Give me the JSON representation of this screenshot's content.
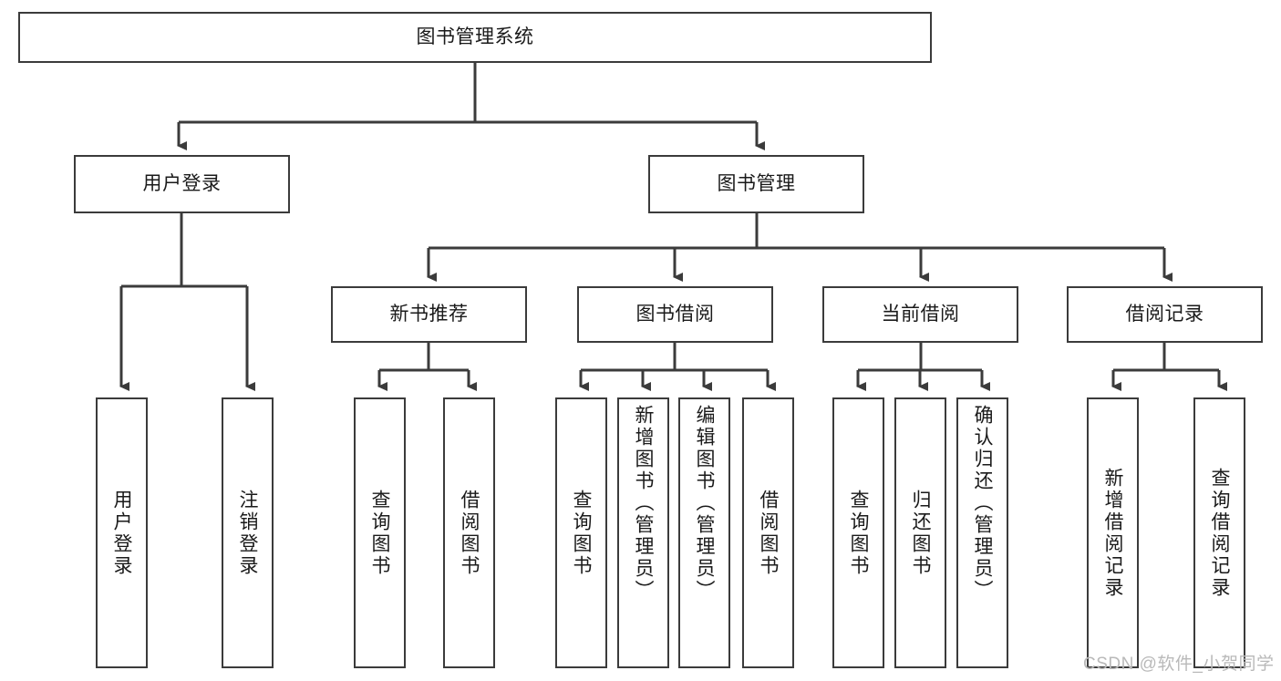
{
  "diagram": {
    "type": "tree-hierarchy",
    "title": "图书管理系统",
    "root": {
      "id": "root",
      "label": "图书管理系统",
      "orientation": "horizontal"
    },
    "level2": [
      {
        "id": "user-login",
        "label": "用户登录",
        "orientation": "horizontal"
      },
      {
        "id": "book-management",
        "label": "图书管理",
        "orientation": "horizontal"
      }
    ],
    "level3": [
      {
        "id": "new-book-recommend",
        "label": "新书推荐",
        "orientation": "horizontal",
        "parent": "book-management"
      },
      {
        "id": "book-borrow",
        "label": "图书借阅",
        "orientation": "horizontal",
        "parent": "book-management"
      },
      {
        "id": "current-borrow",
        "label": "当前借阅",
        "orientation": "horizontal",
        "parent": "book-management"
      },
      {
        "id": "borrow-record",
        "label": "借阅记录",
        "orientation": "horizontal",
        "parent": "book-management"
      }
    ],
    "leaves": {
      "user-login": [
        {
          "id": "leaf-user-login",
          "label": "用户登录",
          "orientation": "vertical"
        },
        {
          "id": "leaf-logout",
          "label": "注销登录",
          "orientation": "vertical"
        }
      ],
      "new-book-recommend": [
        {
          "id": "leaf-query-book-1",
          "label": "查询图书",
          "orientation": "vertical"
        },
        {
          "id": "leaf-borrow-book-1",
          "label": "借阅图书",
          "orientation": "vertical"
        }
      ],
      "book-borrow": [
        {
          "id": "leaf-query-book-2",
          "label": "查询图书",
          "orientation": "vertical"
        },
        {
          "id": "leaf-add-book",
          "label": "新增图书（管理员）",
          "orientation": "vertical"
        },
        {
          "id": "leaf-edit-book",
          "label": "编辑图书（管理员）",
          "orientation": "vertical"
        },
        {
          "id": "leaf-borrow-book-2",
          "label": "借阅图书",
          "orientation": "vertical"
        }
      ],
      "current-borrow": [
        {
          "id": "leaf-query-book-3",
          "label": "查询图书",
          "orientation": "vertical"
        },
        {
          "id": "leaf-return-book",
          "label": "归还图书",
          "orientation": "vertical"
        },
        {
          "id": "leaf-confirm-return",
          "label": "确认归还（管理员）",
          "orientation": "vertical"
        }
      ],
      "borrow-record": [
        {
          "id": "leaf-add-record",
          "label": "新增借阅记录",
          "orientation": "vertical"
        },
        {
          "id": "leaf-query-record",
          "label": "查询借阅记录",
          "orientation": "vertical"
        }
      ]
    },
    "colors": {
      "stroke": "#3b3b3b",
      "fill": "#ffffff",
      "text": "#1a1a1a",
      "watermark": "#b9b9b9"
    }
  },
  "watermark": {
    "text": "CSDN @软件_小贺同学"
  }
}
